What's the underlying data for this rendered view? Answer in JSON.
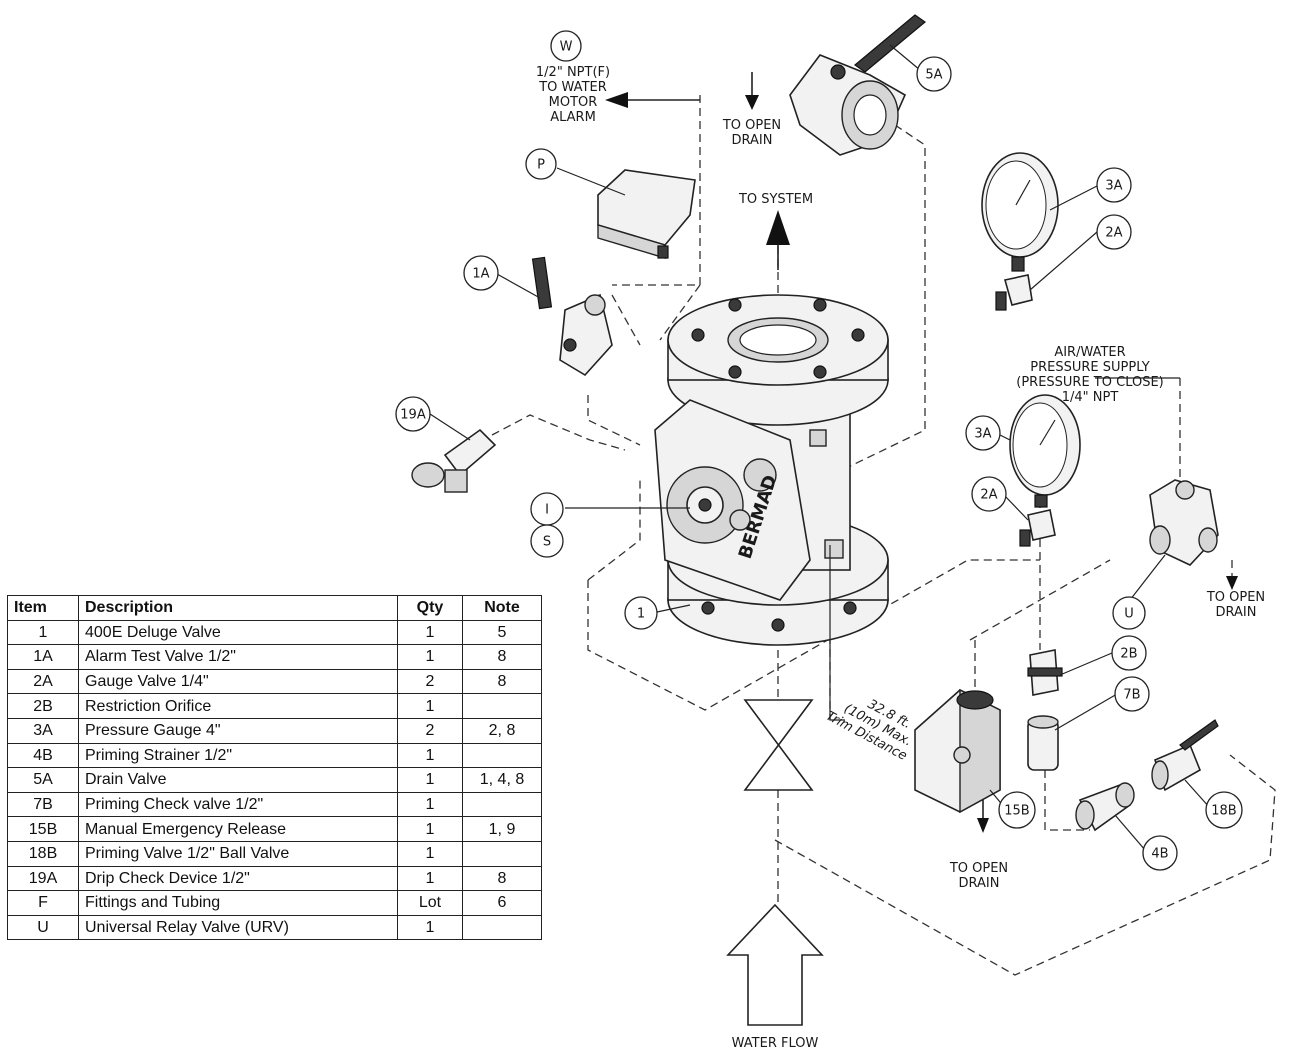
{
  "table": {
    "headers": [
      "Item",
      "Description",
      "Qty",
      "Note"
    ],
    "rows": [
      {
        "item": "1",
        "description": "400E Deluge Valve",
        "qty": "1",
        "note": "5"
      },
      {
        "item": "1A",
        "description": "Alarm Test Valve 1/2\"",
        "qty": "1",
        "note": "8"
      },
      {
        "item": "2A",
        "description": "Gauge Valve 1/4\"",
        "qty": "2",
        "note": "8"
      },
      {
        "item": "2B",
        "description": "Restriction Orifice",
        "qty": "1",
        "note": ""
      },
      {
        "item": "3A",
        "description": "Pressure Gauge 4\"",
        "qty": "2",
        "note": "2, 8"
      },
      {
        "item": "4B",
        "description": "Priming Strainer 1/2\"",
        "qty": "1",
        "note": ""
      },
      {
        "item": "5A",
        "description": "Drain Valve",
        "qty": "1",
        "note": "1, 4, 8"
      },
      {
        "item": "7B",
        "description": "Priming Check valve 1/2\"",
        "qty": "1",
        "note": ""
      },
      {
        "item": "15B",
        "description": "Manual Emergency Release",
        "qty": "1",
        "note": "1, 9"
      },
      {
        "item": "18B",
        "description": "Priming Valve 1/2\" Ball Valve",
        "qty": "1",
        "note": ""
      },
      {
        "item": "19A",
        "description": "Drip Check Device 1/2\"",
        "qty": "1",
        "note": "8"
      },
      {
        "item": "F",
        "description": "Fittings and Tubing",
        "qty": "Lot",
        "note": "6"
      },
      {
        "item": "U",
        "description": "Universal Relay Valve (URV)",
        "qty": "1",
        "note": ""
      }
    ]
  },
  "callouts": {
    "w": "W",
    "p": "P",
    "c1a": "1A",
    "c19a": "19A",
    "ci": "I",
    "cs": "S",
    "c1": "1",
    "c5a": "5A",
    "c3a_top": "3A",
    "c2a_top": "2A",
    "c3a_mid": "3A",
    "c2a_mid": "2A",
    "cu": "U",
    "c2b": "2B",
    "c7b": "7B",
    "c15b": "15B",
    "c18b": "18B",
    "c4b": "4B"
  },
  "labels": {
    "water_motor": [
      "1/2\" NPT(F)",
      "TO WATER",
      "MOTOR",
      "ALARM"
    ],
    "to_open_drain_top": [
      "TO OPEN",
      "DRAIN"
    ],
    "to_system": "TO SYSTEM",
    "air_water": [
      "AIR/WATER",
      "PRESSURE SUPPLY",
      "(PRESSURE TO CLOSE)",
      "1/4\" NPT"
    ],
    "to_open_drain_right": [
      "TO OPEN",
      "DRAIN"
    ],
    "to_open_drain_bottom": [
      "TO OPEN",
      "DRAIN"
    ],
    "trim_distance": [
      "32.8 ft.",
      "(10m) Max.",
      "Trim Distance"
    ],
    "water_flow": "WATER FLOW",
    "valve_brand": "BERMAD"
  }
}
